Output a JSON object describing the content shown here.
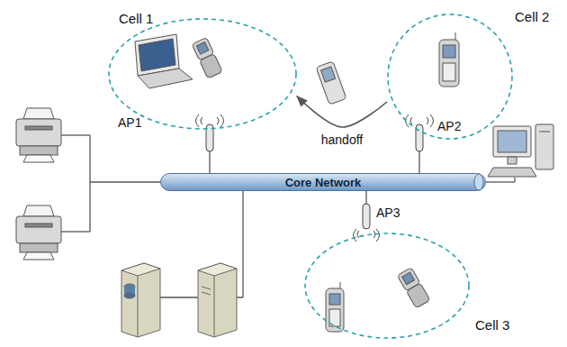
{
  "diagram": {
    "nodes": [
      {
        "text": [
          "Cell 1"
        ]
      },
      {
        "text": [
          "Cell 2"
        ]
      },
      {
        "text": [
          "Cell 3"
        ]
      },
      {
        "text": [
          "Core Network"
        ]
      }
    ],
    "edges": [
      {
        "from": 1,
        "to": 0,
        "arrow": "to",
        "label": "handoff"
      }
    ],
    "labels": [
      "AP1",
      "AP2",
      "AP3"
    ]
  }
}
